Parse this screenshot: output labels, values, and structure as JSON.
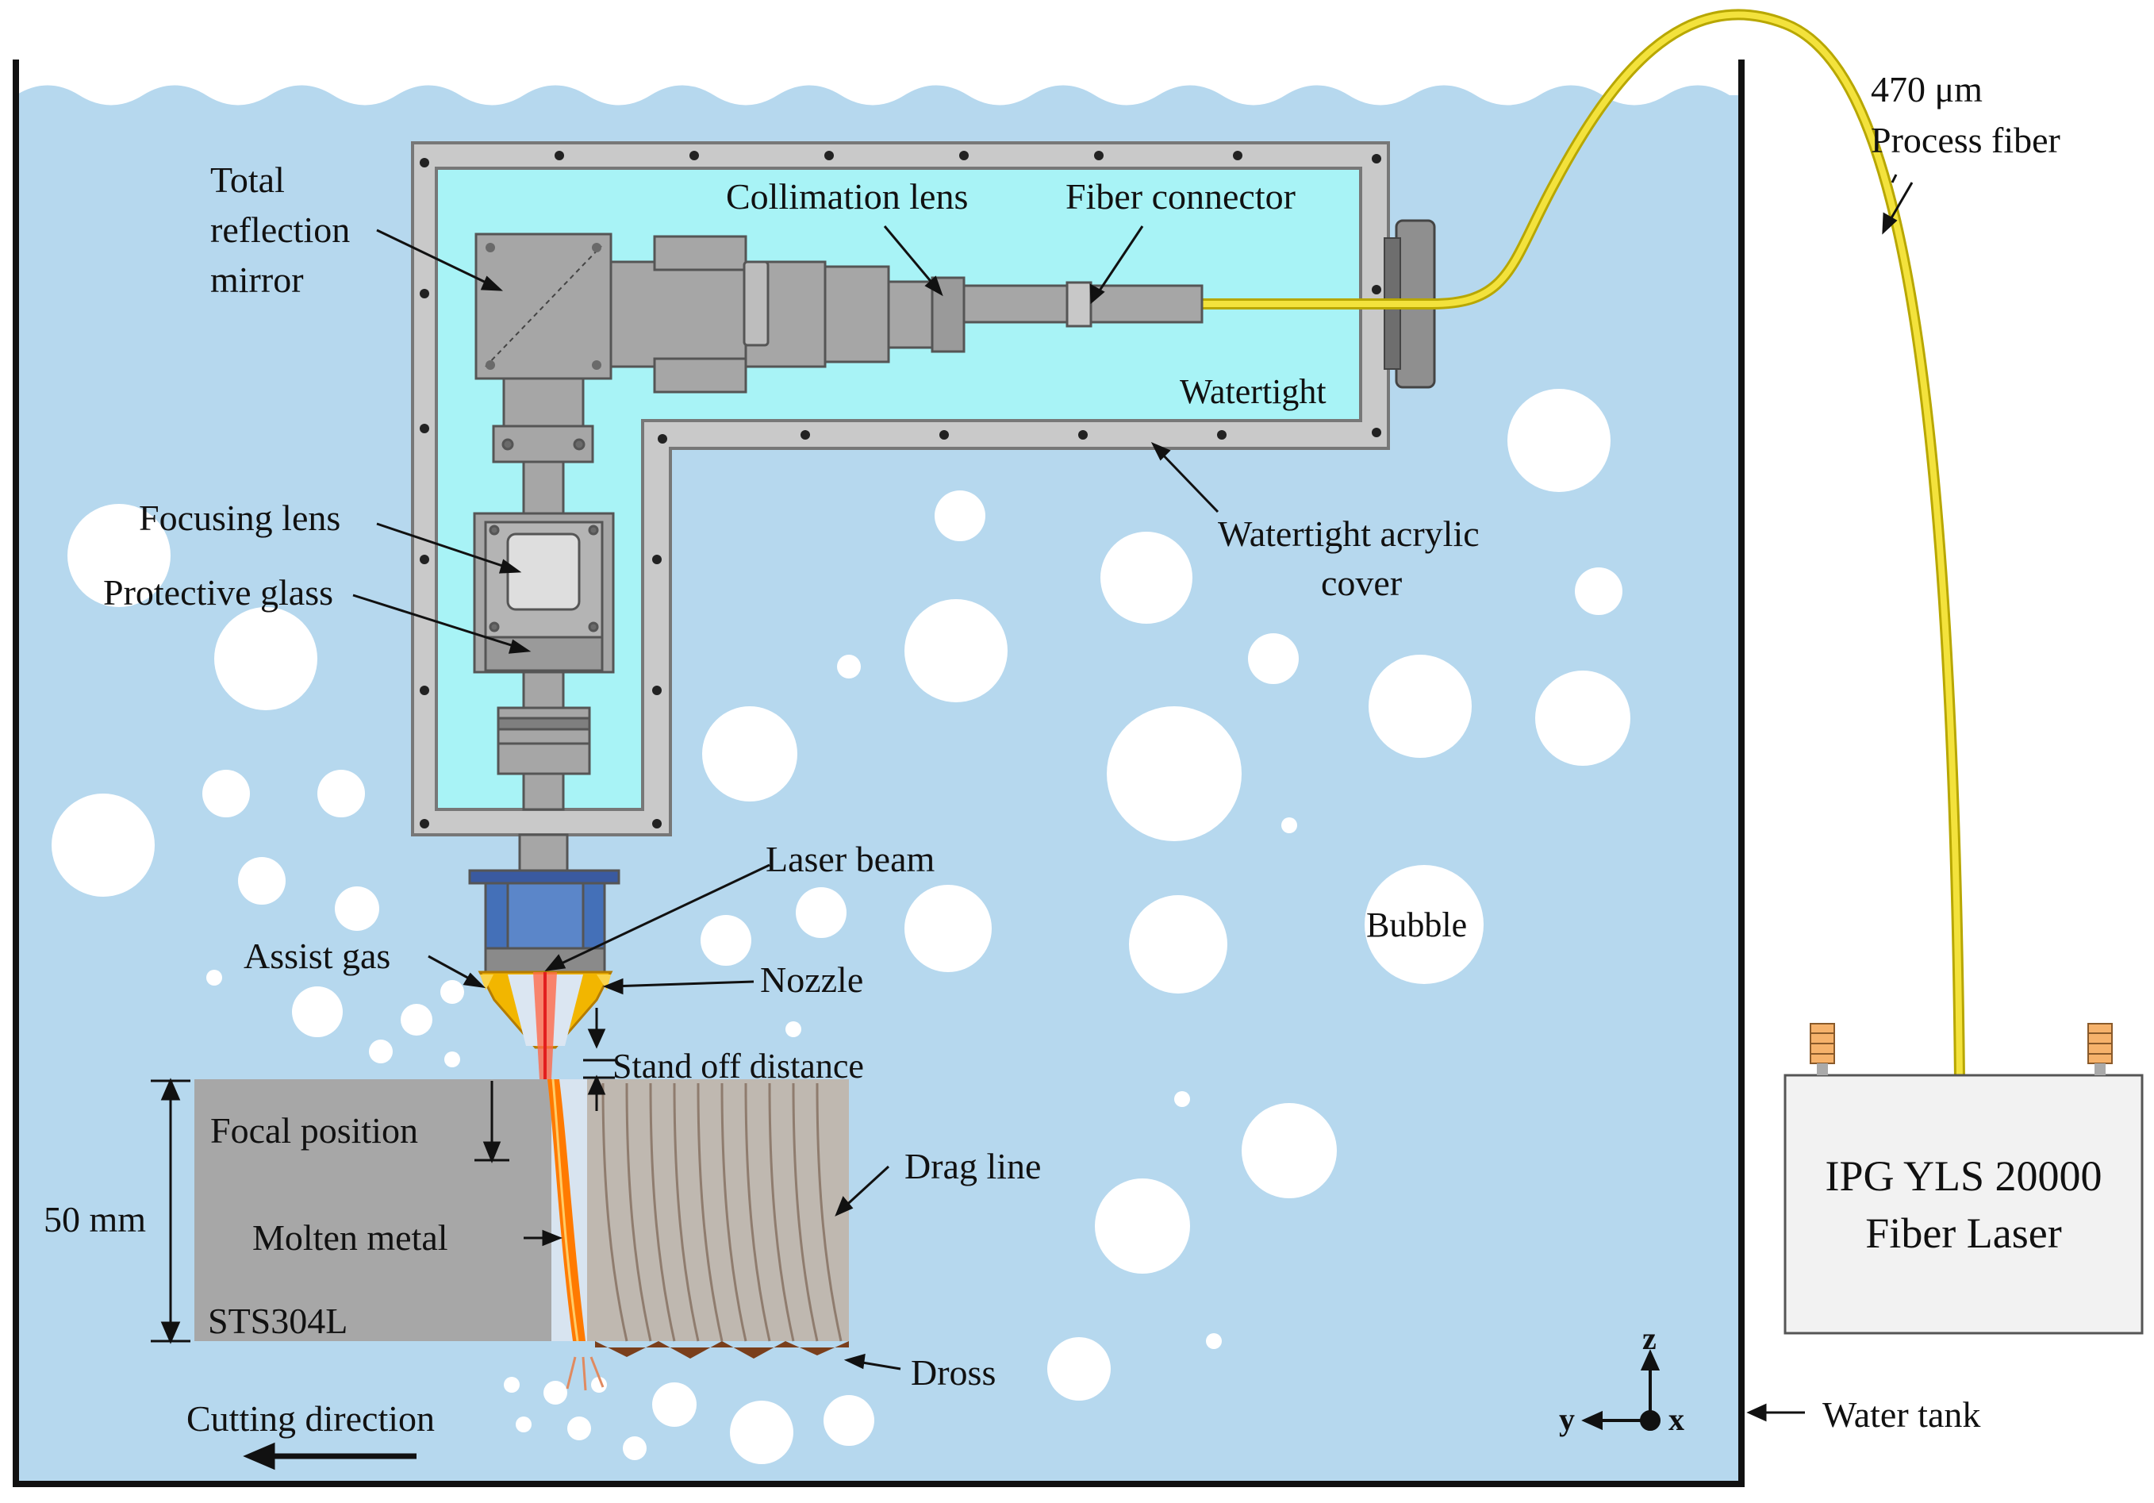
{
  "labels": {
    "total_reflection_line1": "Total",
    "total_reflection_line2": "reflection",
    "total_reflection_line3": "mirror",
    "collimation_lens": "Collimation lens",
    "fiber_connector": "Fiber connector",
    "watertight": "Watertight",
    "watertight_cover_line1": "Watertight acrylic",
    "watertight_cover_line2": "cover",
    "focusing_lens": "Focusing lens",
    "protective_glass": "Protective glass",
    "laser_beam": "Laser beam",
    "assist_gas": "Assist gas",
    "nozzle": "Nozzle",
    "stand_off_distance": "Stand off distance",
    "focal_position": "Focal position",
    "thickness": "50 mm",
    "molten_metal": "Molten metal",
    "material": "STS304L",
    "drag_line": "Drag line",
    "dross": "Dross",
    "cutting_direction": "Cutting direction",
    "bubble": "Bubble",
    "fiber_size": "470 μm",
    "process_fiber": "Process fiber",
    "laser_line1": "IPG YLS 20000",
    "laser_line2": "Fiber Laser",
    "water_tank": "Water tank",
    "axis_z": "z",
    "axis_y": "y",
    "axis_x": "x"
  },
  "colors": {
    "water": "#b6d8ee",
    "enclosure_inner": "#a8f3f6",
    "enclosure_frame": "#c9c9c9",
    "optics": "#a6a6a6",
    "fiber": "#e6d31a",
    "nozzle": "#f2b600",
    "molten": "#ff7a00",
    "workpiece": "#a7a7a7",
    "dross": "#7a3f1c"
  }
}
